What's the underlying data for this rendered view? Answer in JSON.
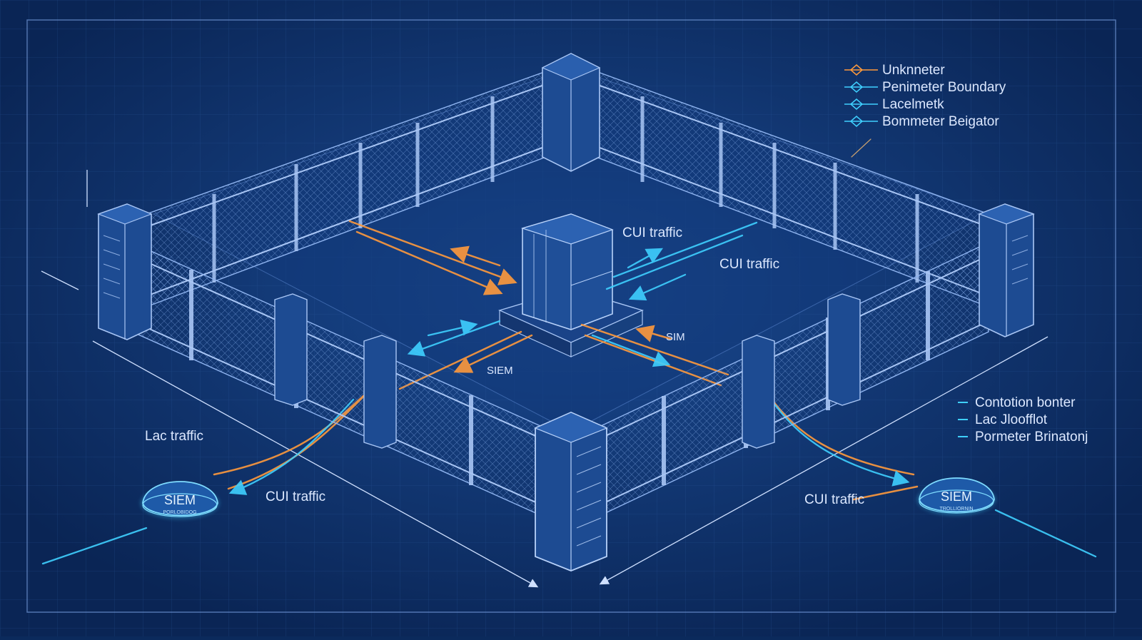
{
  "colors": {
    "background": "#0b2a5c",
    "grid": "#2a5aa0",
    "structure": "#8fb4f0",
    "traffic_orange": "#ff9a3c",
    "traffic_cyan": "#3fd0ff"
  },
  "legend_top": {
    "items": [
      {
        "label": "Unknneter",
        "color": "#ff9a3c"
      },
      {
        "label": "Penimeter Boundary",
        "color": "#3fd0ff"
      },
      {
        "label": "Lacelmetk",
        "color": "#3fd0ff"
      },
      {
        "label": "Bommeter Beigator",
        "color": "#3fd0ff"
      }
    ]
  },
  "legend_bottom": {
    "items": [
      {
        "label": "Contotion bonter"
      },
      {
        "label": "Lac Jloofflot"
      },
      {
        "label": "Pormeter Brinatonj"
      }
    ]
  },
  "labels": {
    "cui_center": "CUI traffic",
    "cui_right": "CUI traffic",
    "sim": "SIM",
    "siem_center": "SIEM",
    "lac_traffic": "Lac traffic",
    "cui_left_bottom": "CUI traffic",
    "cui_right_bottom": "CUI traffic",
    "siem_left": "SIEM",
    "siem_left_sub": "PORLOBIDOG",
    "siem_right": "SIEM",
    "siem_right_sub": "TROLLIORNIN"
  }
}
